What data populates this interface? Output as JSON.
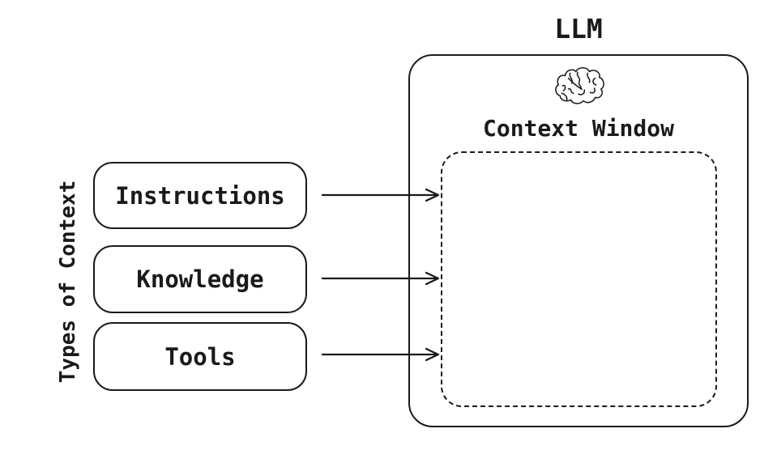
{
  "diagram": {
    "left_panel": {
      "axis_label": "Types of Context",
      "items": [
        {
          "id": "instructions",
          "label": "Instructions"
        },
        {
          "id": "knowledge",
          "label": "Knowledge"
        },
        {
          "id": "tools",
          "label": "Tools"
        }
      ]
    },
    "llm": {
      "title": "LLM",
      "icon": "brain-icon",
      "context_window_label": "Context Window"
    },
    "arrows": [
      {
        "from": "instructions",
        "to": "context-window"
      },
      {
        "from": "knowledge",
        "to": "context-window"
      },
      {
        "from": "tools",
        "to": "context-window"
      }
    ],
    "colors": {
      "stroke": "#1a1a1a",
      "background": "#ffffff"
    }
  }
}
